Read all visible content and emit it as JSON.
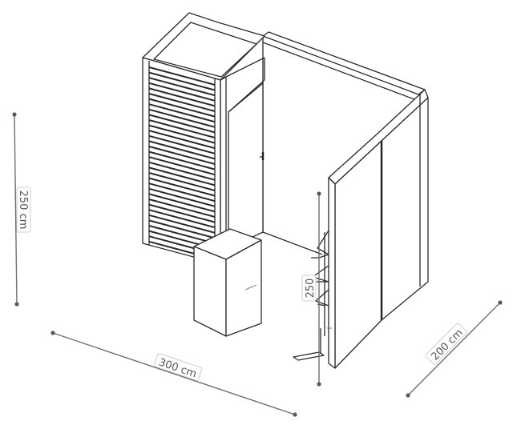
{
  "dimensions": {
    "height": "250 cm",
    "width": "300 cm",
    "depth": "200 cm",
    "door_height": "250"
  }
}
